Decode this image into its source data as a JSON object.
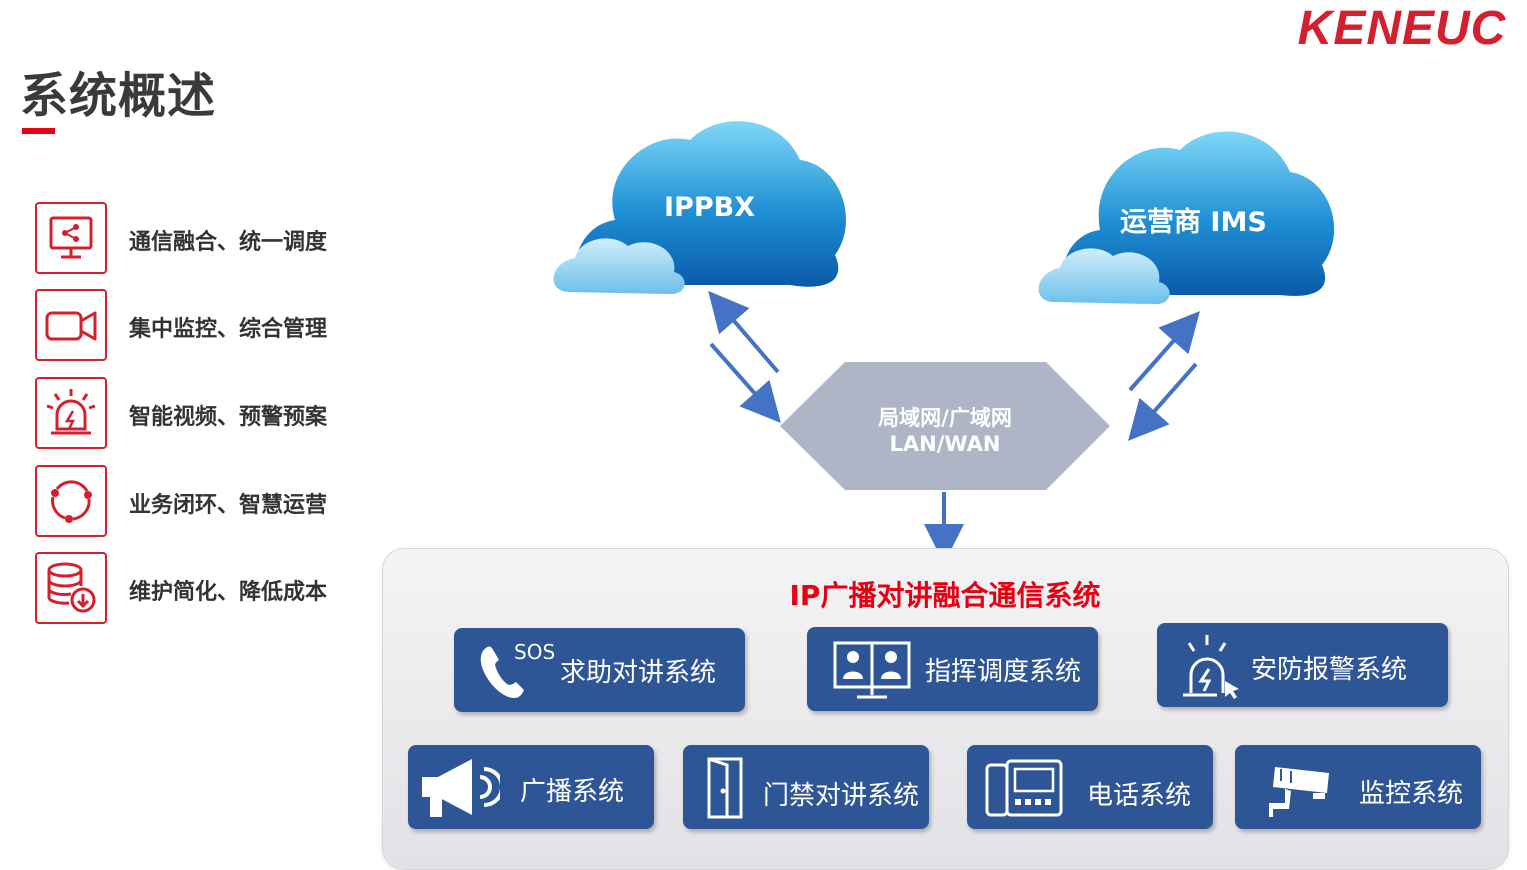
{
  "logo_text": "KENEUC",
  "page_title": "系统概述",
  "features": [
    {
      "label": "通信融合、统一调度",
      "icon": "monitor-share-icon"
    },
    {
      "label": "集中监控、综合管理",
      "icon": "video-camera-icon"
    },
    {
      "label": "智能视频、预警预案",
      "icon": "alarm-light-icon"
    },
    {
      "label": "业务闭环、智慧运营",
      "icon": "cycle-loop-icon"
    },
    {
      "label": "维护简化、降低成本",
      "icon": "database-download-icon"
    }
  ],
  "diagram": {
    "cloud_left": "IPPBX",
    "cloud_right": "运营商 IMS",
    "network_line1": "局域网/广域网",
    "network_line2": "LAN/WAN",
    "panel_title": "IP广播对讲融合通信系统",
    "sos_text": "SOS",
    "systems": [
      {
        "label": "求助对讲系统",
        "icon": "phone-sos-icon"
      },
      {
        "label": "指挥调度系统",
        "icon": "dispatch-monitor-icon"
      },
      {
        "label": "安防报警系统",
        "icon": "security-alarm-icon"
      },
      {
        "label": "广播系统",
        "icon": "megaphone-icon"
      },
      {
        "label": "门禁对讲系统",
        "icon": "door-icon"
      },
      {
        "label": "电话系统",
        "icon": "desk-phone-icon"
      },
      {
        "label": "监控系统",
        "icon": "cctv-camera-icon"
      }
    ]
  },
  "colors": {
    "accent_red": "#e60012",
    "box_blue": "#2e5596",
    "arrow_blue": "#4472c4",
    "network_gray": "#adb5c6"
  }
}
